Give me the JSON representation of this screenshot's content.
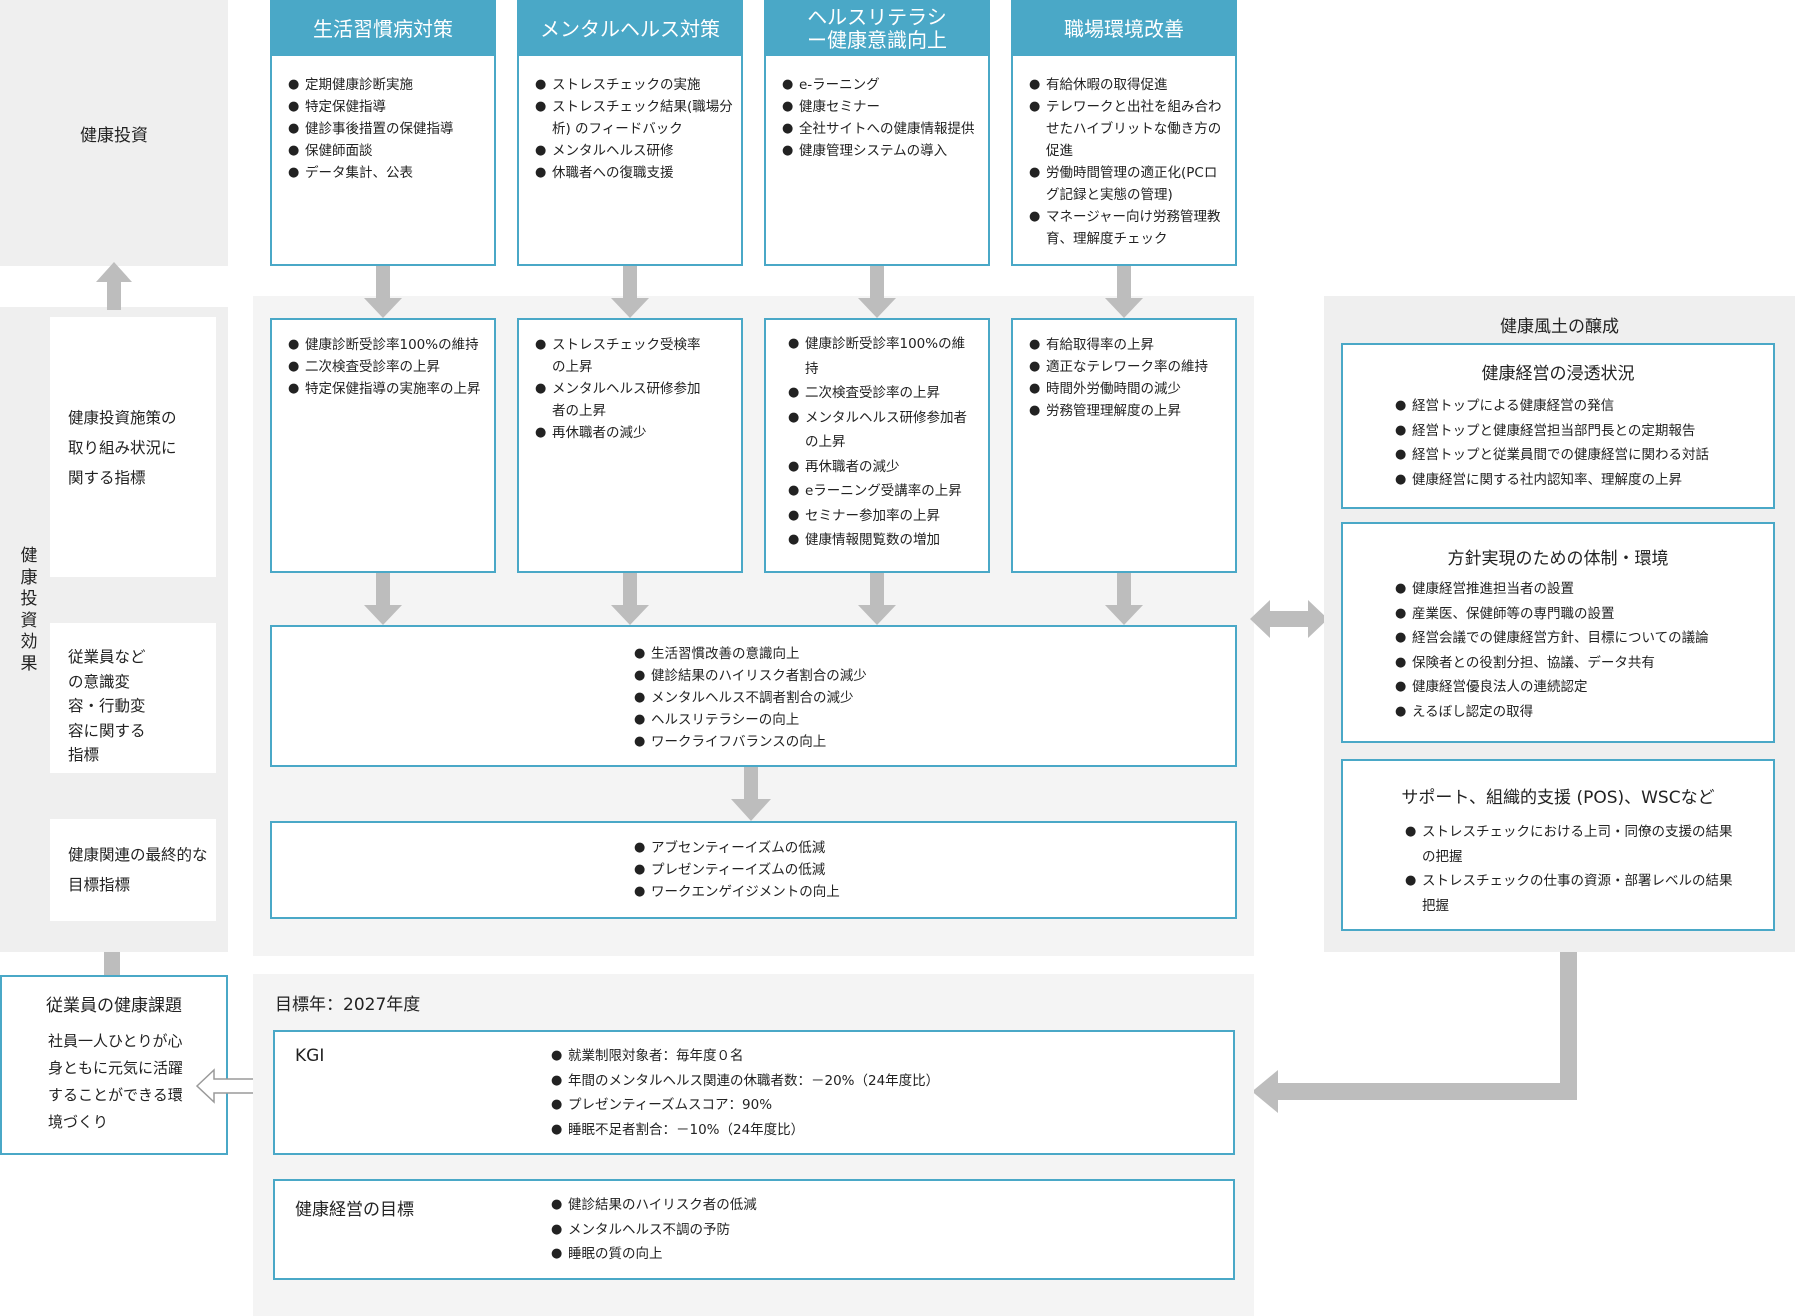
{
  "left": {
    "investment_label": "健康投資",
    "effect_label": "健康投資効果",
    "measures_label": "健康投資施策の取り組み状況に関する指標",
    "behavior_label": "従業員などの意識変容・行動変容に関する指標",
    "final_label": "健康関連の最終的な目標指標",
    "issue_title": "従業員の健康課題",
    "issue_text": "社員一人ひとりが心身ともに元気に活躍することができる環境づくり"
  },
  "investments": [
    {
      "title": "生活習慣病対策",
      "items": [
        "定期健康診断実施",
        "特定保健指導",
        "健診事後措置の保健指導",
        "保健師面談",
        "データ集計、公表"
      ]
    },
    {
      "title": "メンタルヘルス対策",
      "items": [
        "ストレスチェックの実施",
        "ストレスチェック結果(職場分析) のフィードバック",
        "メンタルヘルス研修",
        "休職者への復職支援"
      ]
    },
    {
      "title": "ヘルスリテラシー健康意識向上",
      "items": [
        "e-ラーニング",
        "健康セミナー",
        "全社サイトへの健康情報提供",
        "健康管理システムの導入"
      ]
    },
    {
      "title": "職場環境改善",
      "items": [
        "有給休暇の取得促進",
        "テレワークと出社を組み合わせたハイブリットな働き方の促進",
        "労働時間管理の適正化(PCログ記録と実態の管理)",
        "マネージャー向け労務管理教育、理解度チェック"
      ]
    }
  ],
  "measures": [
    [
      "健康診断受診率100%の維持",
      "二次検査受診率の上昇",
      "特定保健指導の実施率の上昇"
    ],
    [
      "ストレスチェック受検率の上昇",
      "メンタルヘルス研修参加者の上昇",
      "再休職者の減少"
    ],
    [
      "健康診断受診率100%の維持",
      "二次検査受診率の上昇",
      "メンタルヘルス研修参加者の上昇",
      "再休職者の減少",
      "eラーニング受講率の上昇",
      "セミナー参加率の上昇",
      "健康情報閲覧数の増加"
    ],
    [
      "有給取得率の上昇",
      "適正なテレワーク率の維持",
      "時間外労働時間の減少",
      "労務管理理解度の上昇"
    ]
  ],
  "behavior_items": [
    "生活習慣改善の意識向上",
    "健診結果のハイリスク者割合の減少",
    "メンタルヘルス不調者割合の減少",
    "ヘルスリテラシーの向上",
    "ワークライフバランスの向上"
  ],
  "final_items": [
    "アブセンティーイズムの低減",
    "プレゼンティーイズムの低減",
    "ワークエンゲイジメントの向上"
  ],
  "culture": {
    "title": "健康風土の醸成",
    "sections": [
      {
        "title": "健康経営の浸透状況",
        "items": [
          "経営トップによる健康経営の発信",
          "経営トップと健康経営担当部門長との定期報告",
          "経営トップと従業員間での健康経営に関わる対話",
          "健康経営に関する社内認知率、理解度の上昇"
        ]
      },
      {
        "title": "方針実現のための体制・環境",
        "items": [
          "健康経営推進担当者の設置",
          "産業医、保健師等の専門職の設置",
          "経営会議での健康経営方針、目標についての議論",
          "保険者との役割分担、協議、データ共有",
          "健康経営優良法人の連続認定",
          "えるぼし認定の取得"
        ]
      },
      {
        "title": "サポート、組織的支援 (POS)、WSCなど",
        "items": [
          "ストレスチェックにおける上司・同僚の支援の結果の把握",
          "ストレスチェックの仕事の資源・部署レベルの結果把握"
        ]
      }
    ]
  },
  "target": {
    "year_label": "目標年：2027年度",
    "kgi_label": "KGI",
    "kgi_items": [
      "就業制限対象者：毎年度０名",
      "年間のメンタルヘルス関連の休職者数：－20%（24年度比）",
      "プレゼンティーズムスコア：90%",
      "睡眠不足者割合：－10%（24年度比）"
    ],
    "goal_label": "健康経営の目標",
    "goal_items": [
      "健診結果のハイリスク者の低減",
      "メンタルヘルス不調の予防",
      "睡眠の質の向上"
    ]
  },
  "colors": {
    "accent": "#4aa8c7",
    "panel": "#efefef",
    "arrow": "#bdbdbd"
  }
}
